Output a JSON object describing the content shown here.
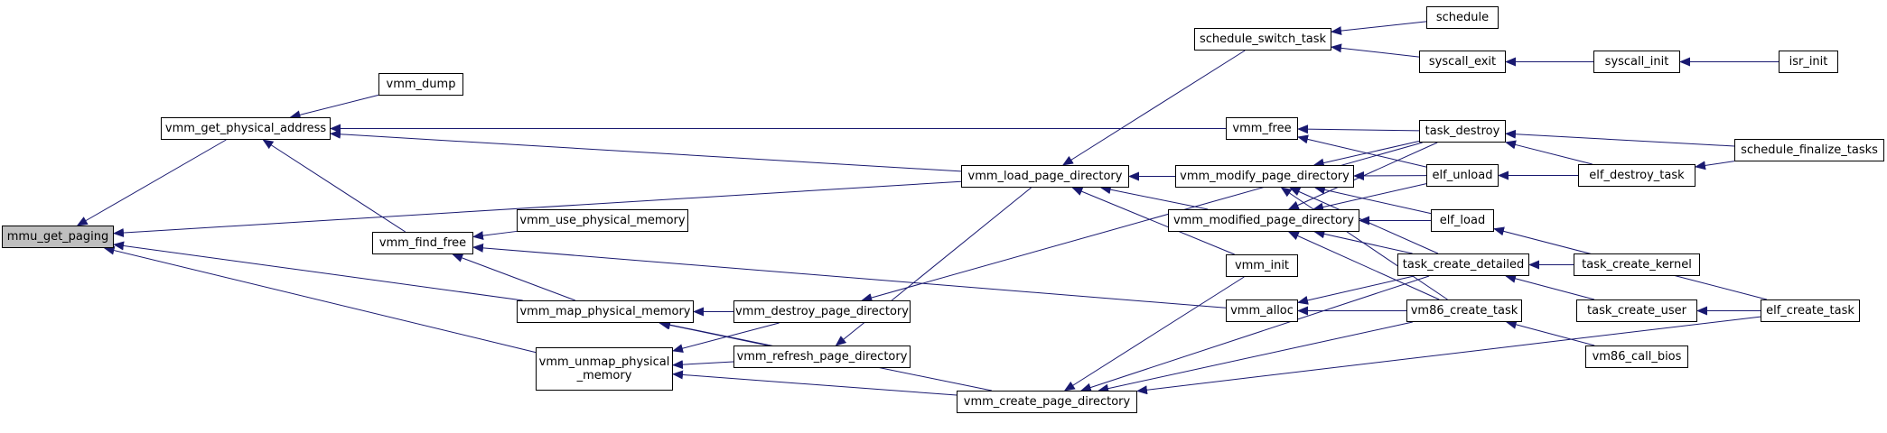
{
  "graph": {
    "nodes": [
      {
        "id": "mmu_get_paging",
        "label": "mmu_get_paging",
        "root": true
      },
      {
        "id": "vmm_get_physical_address",
        "label": "vmm_get_physical_address"
      },
      {
        "id": "vmm_dump",
        "label": "vmm_dump"
      },
      {
        "id": "vmm_find_free",
        "label": "vmm_find_free"
      },
      {
        "id": "vmm_use_physical_memory",
        "label": "vmm_use_physical_memory"
      },
      {
        "id": "vmm_map_physical_memory",
        "label": "vmm_map_physical_memory"
      },
      {
        "id": "vmm_unmap_physical_memory",
        "label": "vmm_unmap_physical\n_memory"
      },
      {
        "id": "vmm_destroy_page_directory",
        "label": "vmm_destroy_page_directory"
      },
      {
        "id": "vmm_refresh_page_directory",
        "label": "vmm_refresh_page_directory"
      },
      {
        "id": "vmm_create_page_directory",
        "label": "vmm_create_page_directory"
      },
      {
        "id": "vmm_load_page_directory",
        "label": "vmm_load_page_directory"
      },
      {
        "id": "schedule_switch_task",
        "label": "schedule_switch_task"
      },
      {
        "id": "vmm_free",
        "label": "vmm_free"
      },
      {
        "id": "vmm_modify_page_directory",
        "label": "vmm_modify_page_directory"
      },
      {
        "id": "vmm_modified_page_directory",
        "label": "vmm_modified_page_directory"
      },
      {
        "id": "vmm_init",
        "label": "vmm_init"
      },
      {
        "id": "vmm_alloc",
        "label": "vmm_alloc"
      },
      {
        "id": "schedule",
        "label": "schedule"
      },
      {
        "id": "syscall_exit",
        "label": "syscall_exit"
      },
      {
        "id": "task_destroy",
        "label": "task_destroy"
      },
      {
        "id": "elf_unload",
        "label": "elf_unload"
      },
      {
        "id": "elf_load",
        "label": "elf_load"
      },
      {
        "id": "task_create_detailed",
        "label": "task_create_detailed"
      },
      {
        "id": "vm86_create_task",
        "label": "vm86_create_task"
      },
      {
        "id": "syscall_init",
        "label": "syscall_init"
      },
      {
        "id": "elf_destroy_task",
        "label": "elf_destroy_task"
      },
      {
        "id": "task_create_kernel",
        "label": "task_create_kernel"
      },
      {
        "id": "task_create_user",
        "label": "task_create_user"
      },
      {
        "id": "vm86_call_bios",
        "label": "vm86_call_bios"
      },
      {
        "id": "isr_init",
        "label": "isr_init"
      },
      {
        "id": "schedule_finalize_tasks",
        "label": "schedule_finalize_tasks"
      },
      {
        "id": "elf_create_task",
        "label": "elf_create_task"
      }
    ],
    "edges": [
      {
        "from": "vmm_get_physical_address",
        "to": "mmu_get_paging"
      },
      {
        "from": "vmm_load_page_directory",
        "to": "mmu_get_paging"
      },
      {
        "from": "vmm_map_physical_memory",
        "to": "mmu_get_paging"
      },
      {
        "from": "vmm_unmap_physical_memory",
        "to": "mmu_get_paging"
      },
      {
        "from": "vmm_dump",
        "to": "vmm_get_physical_address"
      },
      {
        "from": "vmm_find_free",
        "to": "vmm_get_physical_address"
      },
      {
        "from": "vmm_load_page_directory",
        "to": "vmm_get_physical_address"
      },
      {
        "from": "vmm_free",
        "to": "vmm_get_physical_address"
      },
      {
        "from": "vmm_use_physical_memory",
        "to": "vmm_find_free"
      },
      {
        "from": "vmm_map_physical_memory",
        "to": "vmm_find_free"
      },
      {
        "from": "vmm_alloc",
        "to": "vmm_find_free"
      },
      {
        "from": "vmm_destroy_page_directory",
        "to": "vmm_map_physical_memory"
      },
      {
        "from": "vmm_refresh_page_directory",
        "to": "vmm_map_physical_memory"
      },
      {
        "from": "vmm_create_page_directory",
        "to": "vmm_map_physical_memory"
      },
      {
        "from": "vmm_destroy_page_directory",
        "to": "vmm_unmap_physical_memory"
      },
      {
        "from": "vmm_refresh_page_directory",
        "to": "vmm_unmap_physical_memory"
      },
      {
        "from": "vmm_create_page_directory",
        "to": "vmm_unmap_physical_memory"
      },
      {
        "from": "task_destroy",
        "to": "vmm_destroy_page_directory"
      },
      {
        "from": "vmm_load_page_directory",
        "to": "vmm_refresh_page_directory"
      },
      {
        "from": "vmm_init",
        "to": "vmm_create_page_directory"
      },
      {
        "from": "task_create_detailed",
        "to": "vmm_create_page_directory"
      },
      {
        "from": "vm86_create_task",
        "to": "vmm_create_page_directory"
      },
      {
        "from": "elf_create_task",
        "to": "vmm_create_page_directory"
      },
      {
        "from": "schedule_switch_task",
        "to": "vmm_load_page_directory"
      },
      {
        "from": "vmm_modify_page_directory",
        "to": "vmm_load_page_directory"
      },
      {
        "from": "vmm_modified_page_directory",
        "to": "vmm_load_page_directory"
      },
      {
        "from": "vmm_init",
        "to": "vmm_load_page_directory"
      },
      {
        "from": "schedule",
        "to": "schedule_switch_task"
      },
      {
        "from": "syscall_exit",
        "to": "schedule_switch_task"
      },
      {
        "from": "syscall_init",
        "to": "syscall_exit"
      },
      {
        "from": "isr_init",
        "to": "syscall_init"
      },
      {
        "from": "task_destroy",
        "to": "vmm_free"
      },
      {
        "from": "elf_unload",
        "to": "vmm_free"
      },
      {
        "from": "task_destroy",
        "to": "vmm_modify_page_directory"
      },
      {
        "from": "elf_unload",
        "to": "vmm_modify_page_directory"
      },
      {
        "from": "elf_load",
        "to": "vmm_modify_page_directory"
      },
      {
        "from": "task_create_detailed",
        "to": "vmm_modify_page_directory"
      },
      {
        "from": "vm86_create_task",
        "to": "vmm_modify_page_directory"
      },
      {
        "from": "task_destroy",
        "to": "vmm_modified_page_directory"
      },
      {
        "from": "elf_unload",
        "to": "vmm_modified_page_directory"
      },
      {
        "from": "elf_load",
        "to": "vmm_modified_page_directory"
      },
      {
        "from": "task_create_detailed",
        "to": "vmm_modified_page_directory"
      },
      {
        "from": "vm86_create_task",
        "to": "vmm_modified_page_directory"
      },
      {
        "from": "task_create_detailed",
        "to": "vmm_alloc"
      },
      {
        "from": "vm86_create_task",
        "to": "vmm_alloc"
      },
      {
        "from": "schedule_finalize_tasks",
        "to": "task_destroy"
      },
      {
        "from": "elf_destroy_task",
        "to": "task_destroy"
      },
      {
        "from": "elf_destroy_task",
        "to": "elf_unload"
      },
      {
        "from": "schedule_finalize_tasks",
        "to": "elf_destroy_task"
      },
      {
        "from": "elf_create_task",
        "to": "elf_load"
      },
      {
        "from": "task_create_kernel",
        "to": "task_create_detailed"
      },
      {
        "from": "task_create_user",
        "to": "task_create_detailed"
      },
      {
        "from": "elf_create_task",
        "to": "task_create_user"
      },
      {
        "from": "vm86_call_bios",
        "to": "vm86_create_task"
      }
    ]
  },
  "colors": {
    "edge": "#191970",
    "node_border": "#000000",
    "root_fill": "#bfbfbf",
    "node_fill": "#ffffff"
  }
}
